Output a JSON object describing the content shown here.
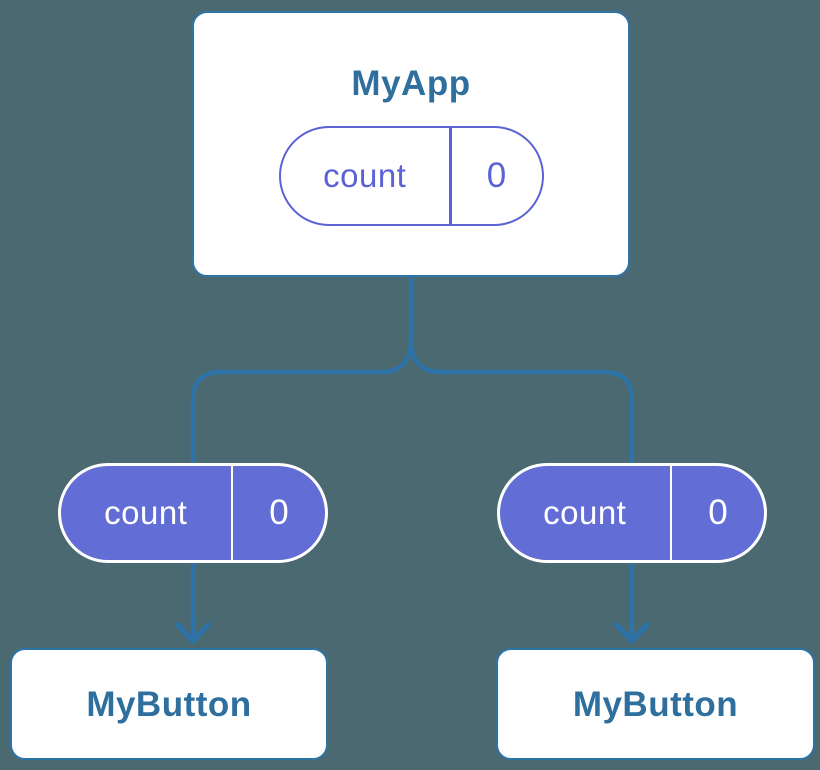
{
  "diagram": {
    "root": {
      "title": "MyApp",
      "state_pill": {
        "key": "count",
        "value": "0"
      }
    },
    "children": [
      {
        "title": "MyButton",
        "prop_pill": {
          "key": "count",
          "value": "0"
        }
      },
      {
        "title": "MyButton",
        "prop_pill": {
          "key": "count",
          "value": "0"
        }
      }
    ]
  },
  "colors": {
    "background": "#4b6971",
    "connector_blue": "#2e73a8",
    "node_border_blue": "#2f74a6",
    "node_text_blue": "#2e6f9e",
    "pill_purple_fill": "#626ed6",
    "pill_purple_outline": "#5a62d6",
    "pill_text_on_purple": "#ffffff",
    "node_background": "#ffffff"
  }
}
